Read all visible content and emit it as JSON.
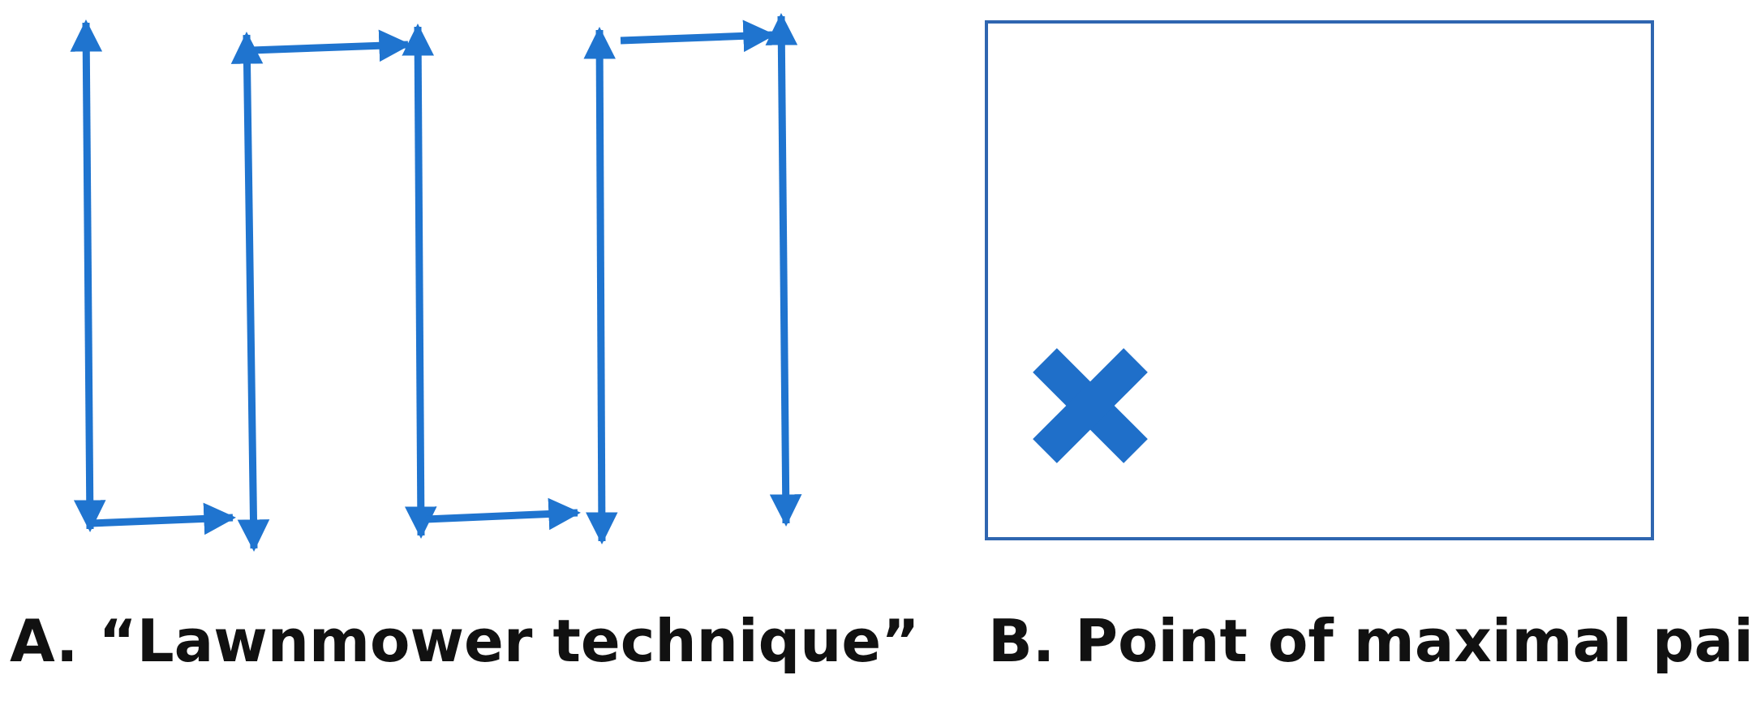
{
  "colors": {
    "arrow": "#1F74CF",
    "box_border": "#2F66B0",
    "marker": "#1F6FC9",
    "caption_text": "#111111",
    "background": "#FFFFFF"
  },
  "panel_a": {
    "caption": "A. “Lawnmower technique”",
    "arrow_icon": "double-headed-arrow",
    "pattern": "vertical-double-arrows-with-horizontal-connectors"
  },
  "panel_b": {
    "caption": "B. Point of maximal pain",
    "marker_icon": "cross-x-marker"
  }
}
